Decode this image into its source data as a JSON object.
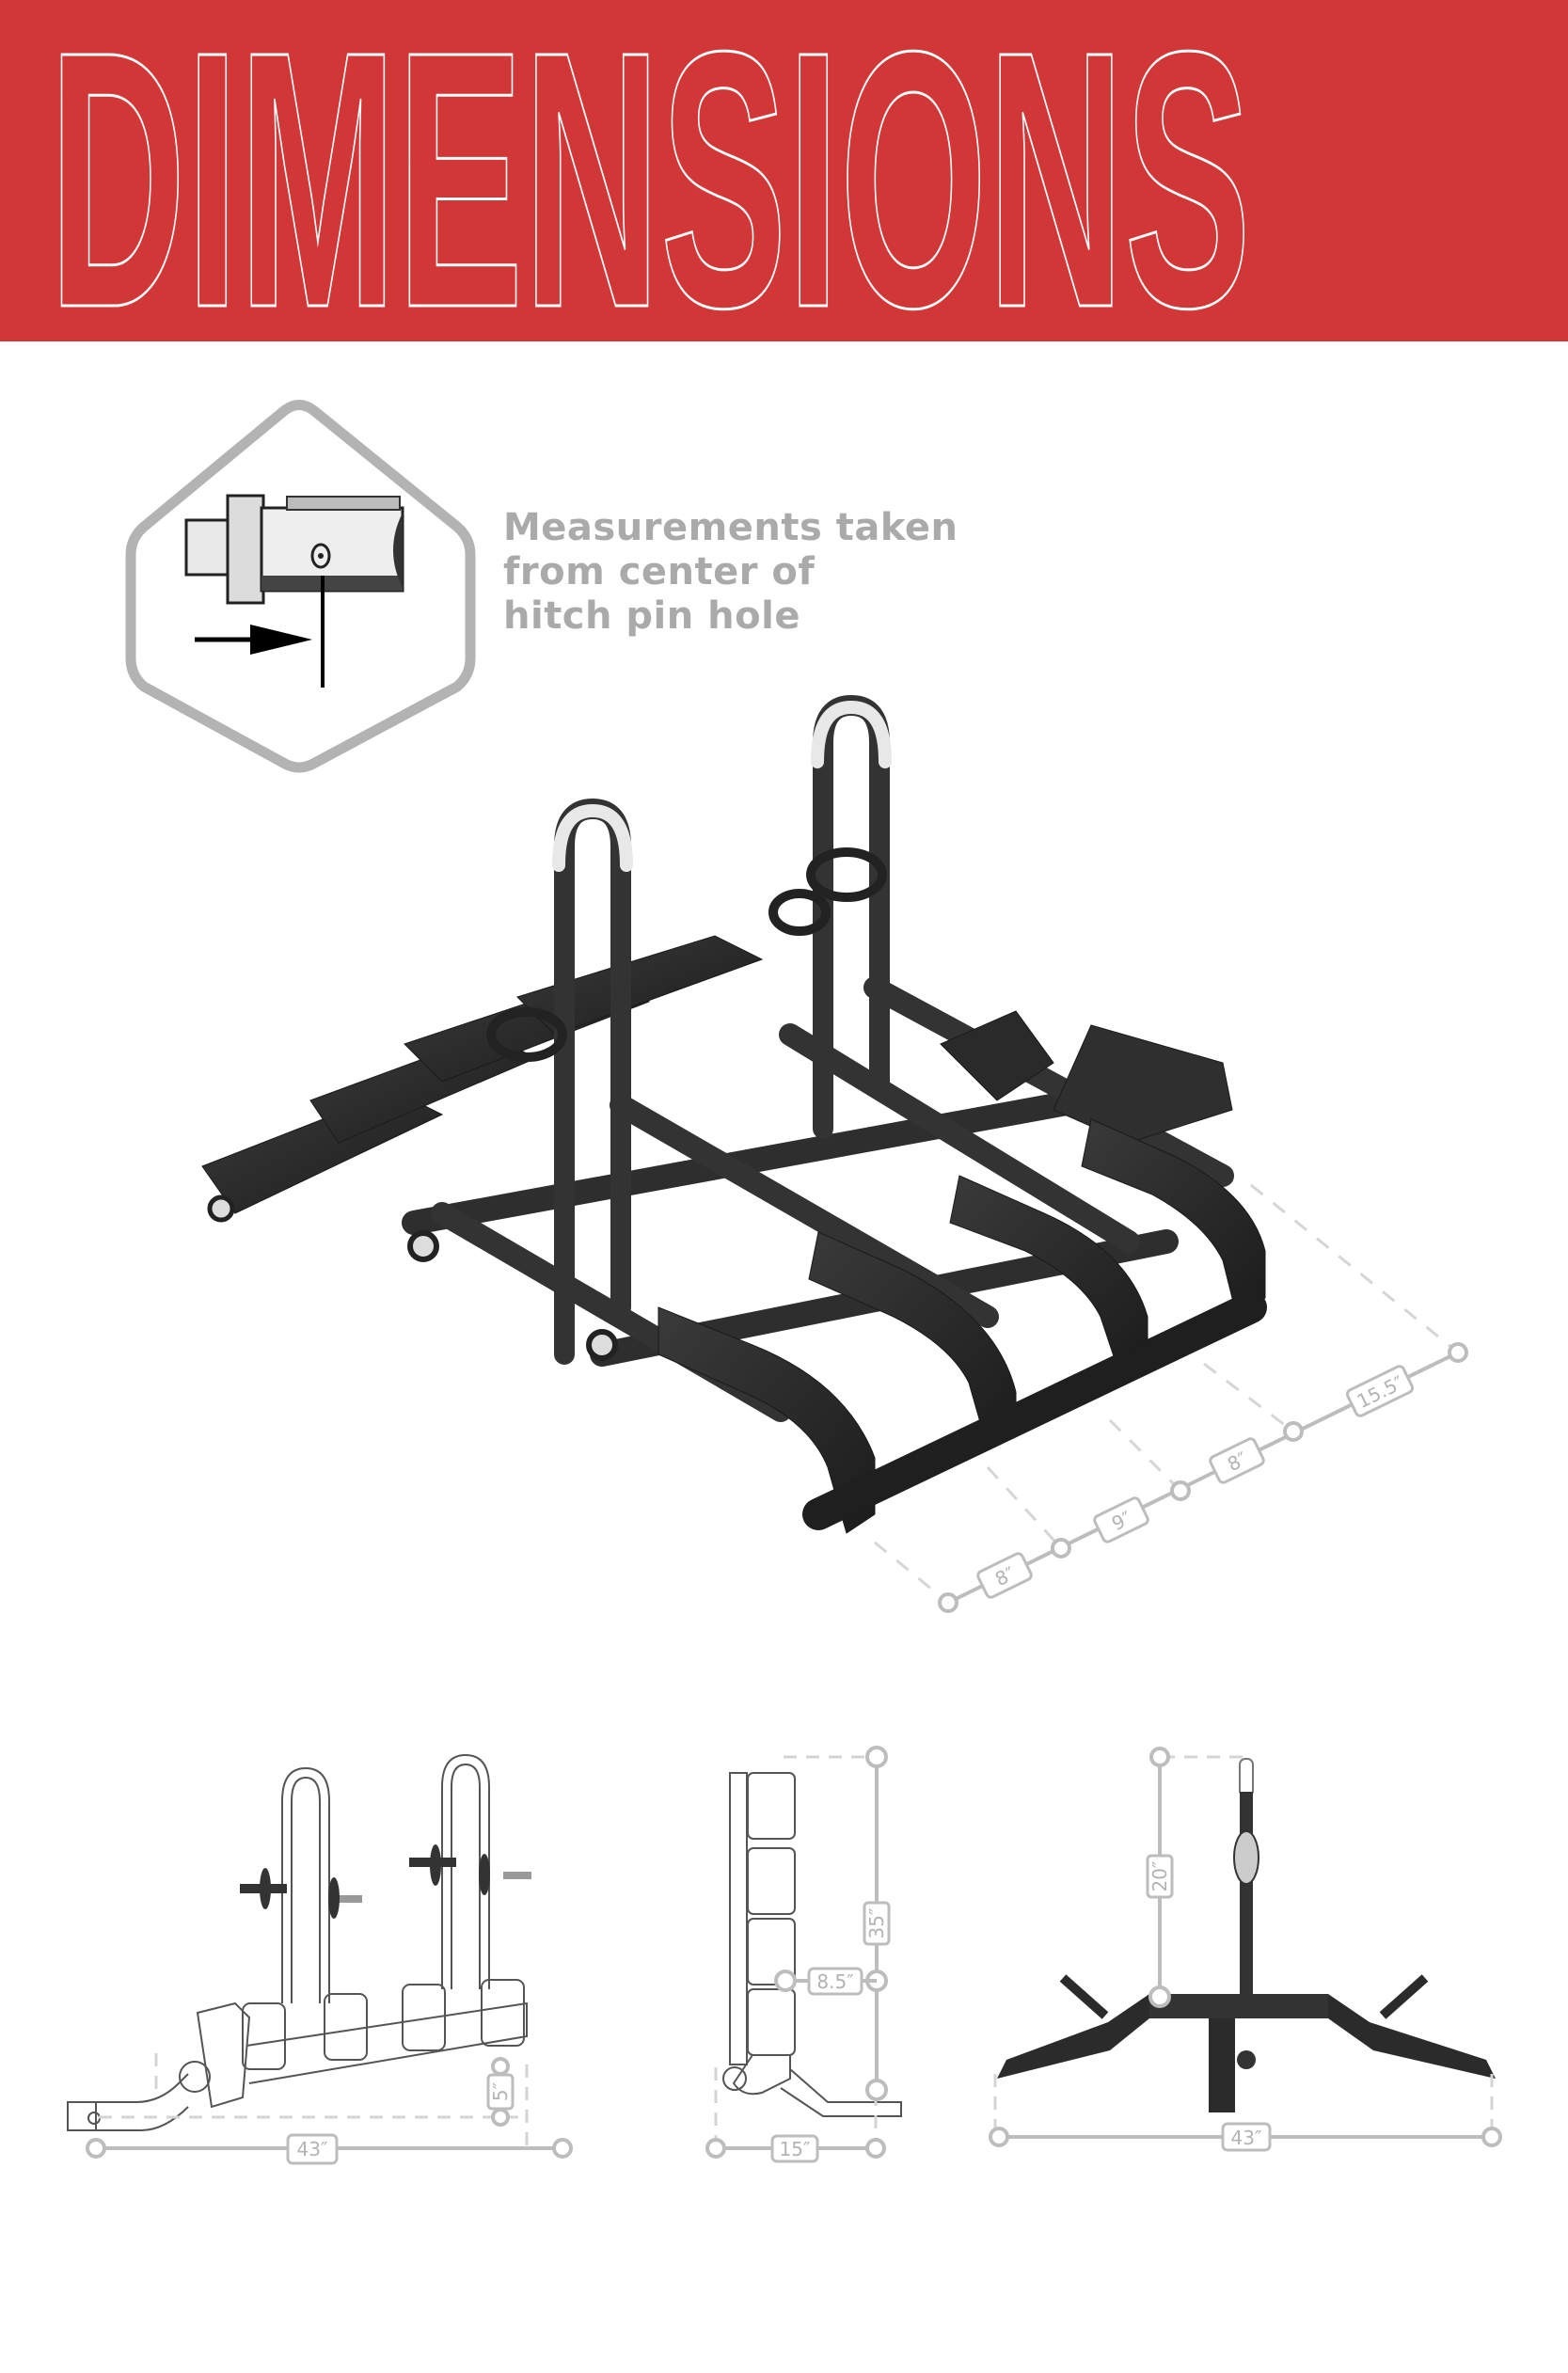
{
  "header": {
    "title": "DIMENSIONS",
    "background_color": "#d23738",
    "title_outline_color": "#ffffff"
  },
  "hitch_note": {
    "icon": "hitch-pin-hole-icon",
    "lines": [
      "Measurements taken",
      "from center of",
      "hitch pin hole"
    ],
    "text_color": "#aaaaaa",
    "frame_color": "#b3b3b3"
  },
  "isometric_view": {
    "product": "4-bike platform hitch rack",
    "spacing_dimensions": [
      "8″",
      "9″",
      "8″",
      "15.5″"
    ]
  },
  "side_view": {
    "length": "43″",
    "height_offset": "5″"
  },
  "folded_view": {
    "height": "35″",
    "depth": "15″",
    "tray_offset": "8.5″"
  },
  "rear_view": {
    "width": "43″",
    "arm_height": "20″"
  },
  "dimension_line_color": "#b9b9b9"
}
